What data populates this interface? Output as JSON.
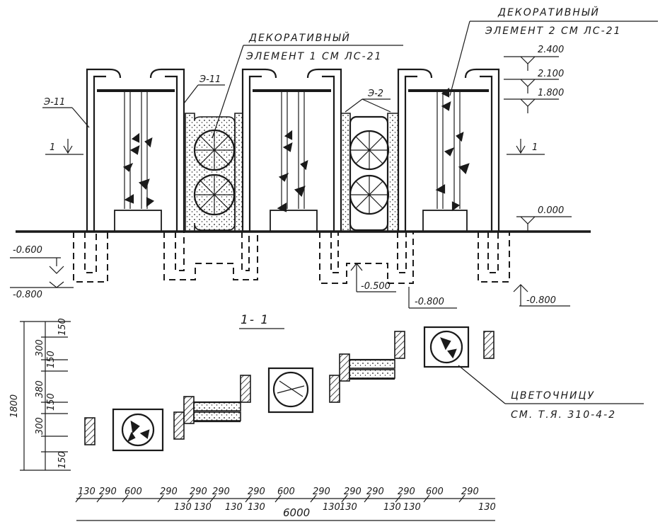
{
  "labels": {
    "deco1_l1": "ДЕКОРАТИВНЫЙ",
    "deco1_l2": "ЭЛЕМЕНТ 1 СМ ЛС-21",
    "deco2_l1": "ДЕКОРАТИВНЫЙ",
    "deco2_l2": "ЭЛЕМЕНТ 2 СМ ЛС-21",
    "e11_left": "Э-11",
    "e11_mid": "Э-11",
    "e2": "Э-2",
    "sec_mark_left": "1",
    "sec_mark_right": "1",
    "section_title": "1- 1",
    "flower_l1": "ЦВЕТОЧНИЦУ",
    "flower_l2": "СМ. Т.Я. 310-4-2"
  },
  "levels": {
    "l2400": "2.400",
    "l2100": "2.100",
    "l1800": "1.800",
    "l0000": "0.000",
    "lm0600": "-0.600",
    "lm0800_left": "-0.800",
    "lm0500": "-0.500",
    "lm0800_mid": "-0.800",
    "lm0800_right": "-0.800"
  },
  "dims": {
    "total_height": "1800",
    "h_150_top": "150",
    "h_300_top": "300",
    "h_150_a": "150",
    "h_380": "380",
    "h_150_b": "150",
    "h_300_bot": "300",
    "h_150_bot": "150",
    "top_row": [
      "130",
      "290",
      "600",
      "290",
      "290",
      "290",
      "290",
      "600",
      "290",
      "290",
      "290",
      "290",
      "600",
      "290"
    ],
    "bot_row": [
      "130",
      "130",
      "130",
      "130",
      "130",
      "130",
      "130",
      "130",
      "130"
    ],
    "total_width": "6000"
  }
}
